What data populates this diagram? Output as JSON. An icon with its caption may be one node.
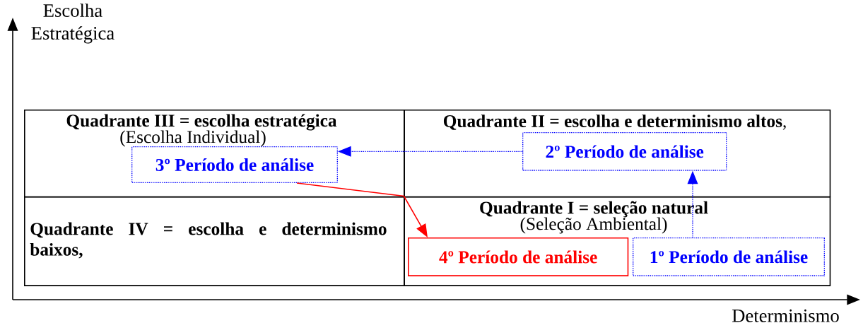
{
  "diagram": {
    "nodes": [
      {
        "text": [
          "Quadrante III = escolha estratégica",
          "(Escolha Individual)"
        ]
      },
      {
        "text": [
          "3º Período de análise"
        ],
        "in": 0
      },
      {
        "text": [
          "**Quadrante II = escolha e determinismo altos**,"
        ]
      },
      {
        "text": [
          "2º Período de análise"
        ],
        "in": 2
      },
      {
        "text": [
          "**Quadrante IV = escolha e determinismo baixos**,"
        ]
      },
      {
        "text": [
          "Quadrante I = seleção natural",
          "(Seleção Ambiental)"
        ]
      },
      {
        "text": [
          "4º Período de análise"
        ],
        "in": 5
      },
      {
        "text": [
          "1º Período de análise"
        ],
        "in": 5
      }
    ],
    "edges": [
      {
        "from": 7,
        "to": 3,
        "arrow": "to",
        "style": "dashed",
        "color": "#0000ff"
      },
      {
        "from": 3,
        "to": 1,
        "arrow": "to",
        "style": "dashed",
        "color": "#0000ff"
      },
      {
        "from": 1,
        "to": 6,
        "arrow": "to",
        "color": "#ff0000"
      }
    ],
    "labels": [
      "Escolha Estratégica",
      "Determinismo"
    ]
  }
}
